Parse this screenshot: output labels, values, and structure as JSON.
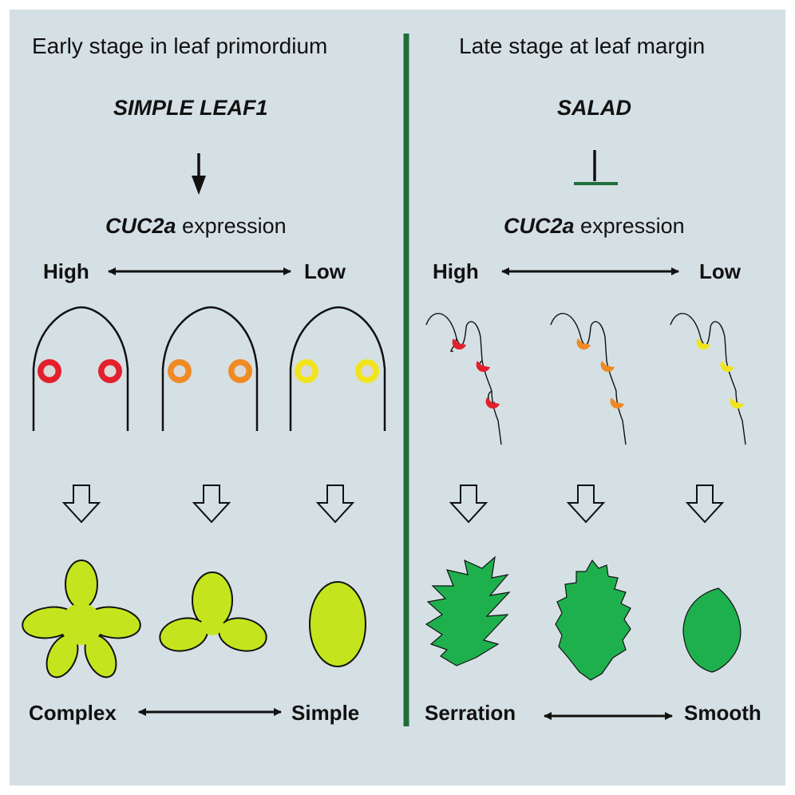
{
  "left": {
    "title": "Early stage in leaf primordium",
    "regulator": "SIMPLE LEAF1",
    "gene": "CUC2a",
    "expression_word": "expression",
    "high": "High",
    "low": "Low",
    "outcome_left": "Complex",
    "outcome_right": "Simple"
  },
  "right": {
    "title": "Late stage at leaf margin",
    "regulator": "SALAD",
    "gene": "CUC2a",
    "expression_word": "expression",
    "high": "High",
    "low": "Low",
    "outcome_left": "Serration",
    "outcome_right": "Smooth"
  },
  "colors": {
    "background": "#d5e0e4",
    "divider": "#1f6e3a",
    "high_expression": "#e3202c",
    "mid_expression": "#f08a24",
    "low_expression": "#f2e41c",
    "primordium_leaf": "#c4e51e",
    "margin_leaf": "#1fb04e"
  },
  "icons": {
    "activation": "activation-arrow-icon",
    "inhibition": "inhibition-bar-icon",
    "gradient": "double-headed-arrow-icon",
    "transition": "hollow-down-arrow-icon"
  }
}
